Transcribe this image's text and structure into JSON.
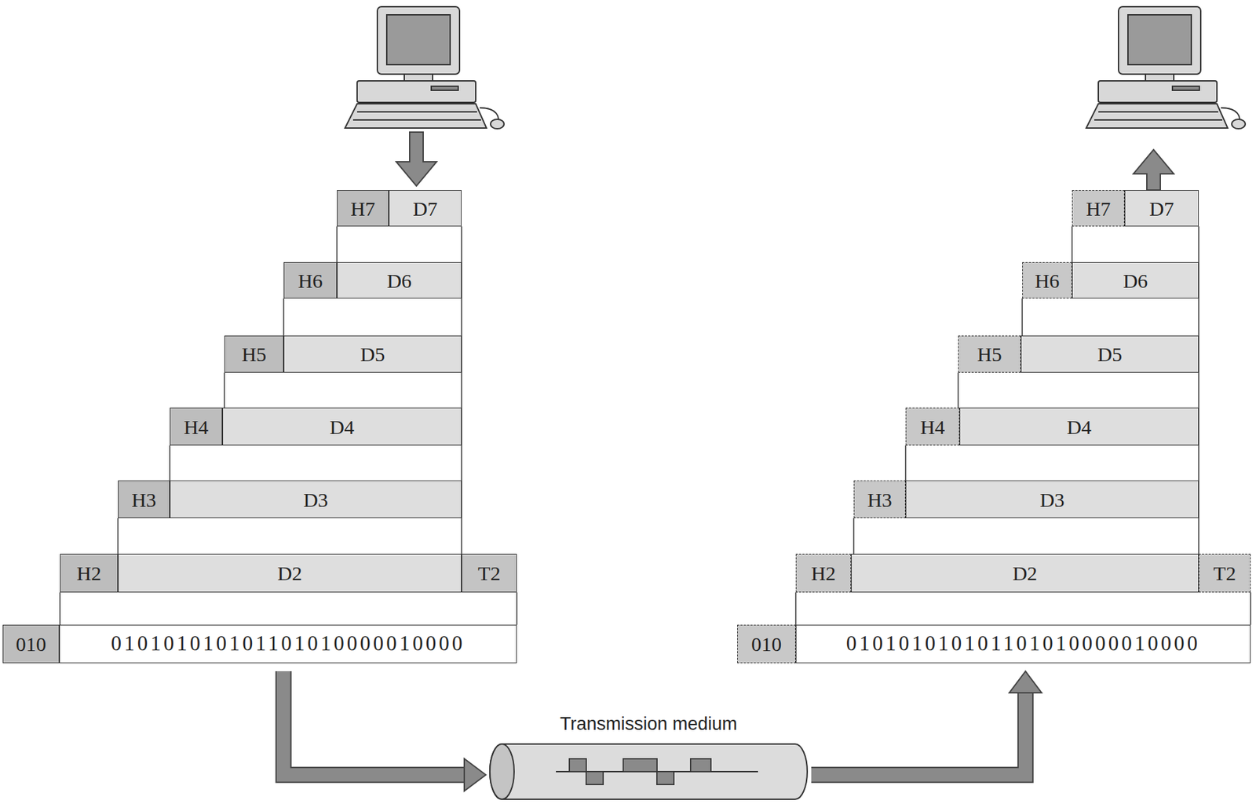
{
  "diagram": {
    "nodes": [
      {
        "text": [
          "H7"
        ]
      },
      {
        "text": [
          "D7"
        ]
      },
      {
        "text": [
          "H6"
        ]
      },
      {
        "text": [
          "D6"
        ]
      },
      {
        "text": [
          "H5"
        ]
      },
      {
        "text": [
          "D5"
        ]
      },
      {
        "text": [
          "H4"
        ]
      },
      {
        "text": [
          "D4"
        ]
      },
      {
        "text": [
          "H3"
        ]
      },
      {
        "text": [
          "D3"
        ]
      },
      {
        "text": [
          "H2"
        ]
      },
      {
        "text": [
          "D2"
        ]
      },
      {
        "text": [
          "T2"
        ]
      },
      {
        "text": [
          "010"
        ]
      },
      {
        "text": [
          "010101010101101010000010000"
        ]
      },
      {
        "text": [
          "Transmission medium"
        ]
      },
      {
        "text": [
          "H7"
        ]
      },
      {
        "text": [
          "D7"
        ]
      },
      {
        "text": [
          "H6"
        ]
      },
      {
        "text": [
          "D6"
        ]
      },
      {
        "text": [
          "H5"
        ]
      },
      {
        "text": [
          "D5"
        ]
      },
      {
        "text": [
          "H4"
        ]
      },
      {
        "text": [
          "D4"
        ]
      },
      {
        "text": [
          "H3"
        ]
      },
      {
        "text": [
          "D3"
        ]
      },
      {
        "text": [
          "H2"
        ]
      },
      {
        "text": [
          "D2"
        ]
      },
      {
        "text": [
          "T2"
        ]
      },
      {
        "text": [
          "010"
        ]
      },
      {
        "text": [
          "010101010101101010000010000"
        ]
      }
    ],
    "edges": [
      {
        "from": 14,
        "to": 15,
        "arrow": "to"
      },
      {
        "from": 15,
        "to": 30,
        "arrow": "to"
      }
    ]
  }
}
